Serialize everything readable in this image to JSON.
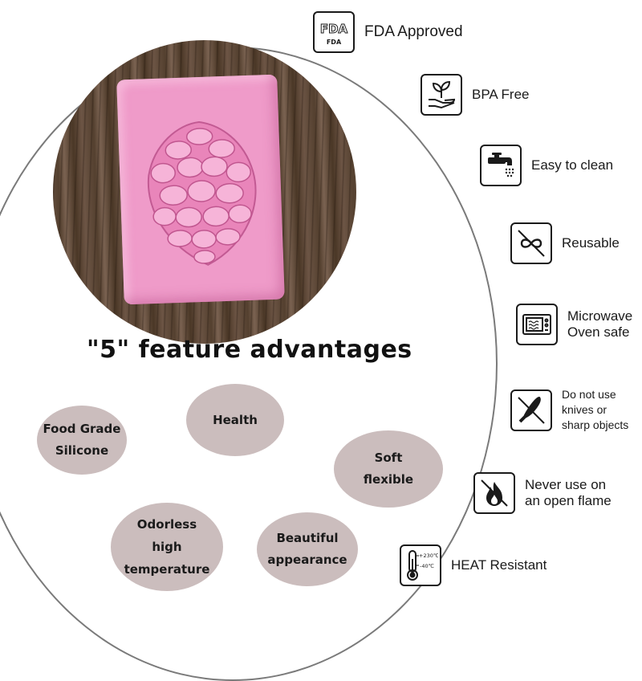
{
  "headline": "\"5\" feature advantages",
  "advantages": [
    {
      "text": "Food Grade\nSilicone"
    },
    {
      "text": "Health"
    },
    {
      "text": "Soft\nflexible"
    },
    {
      "text": "Odorless\nhigh\ntemperature"
    },
    {
      "text": "Beautiful\nappearance"
    }
  ],
  "features": [
    {
      "label": "FDA Approved",
      "icon": "fda-logo-icon",
      "logo_text": "FDA",
      "sub_text": "FDA"
    },
    {
      "label": "BPA Free",
      "icon": "plant-hand-icon"
    },
    {
      "label": "Easy to clean",
      "icon": "faucet-icon"
    },
    {
      "label": "Reusable",
      "icon": "infinity-icon"
    },
    {
      "label": "Microwave\nOven safe",
      "icon": "microwave-icon"
    },
    {
      "label": "Do not use\nknives or\nsharp objects",
      "icon": "knife-icon"
    },
    {
      "label": "Never use on\nan open flame",
      "icon": "flame-icon"
    },
    {
      "label": "HEAT Resistant",
      "icon": "thermometer-icon",
      "high": "+230℃",
      "low": "-40℃"
    }
  ],
  "colors": {
    "bubble": "#cbbdbd",
    "mold": "#ef9bc9",
    "wood": "#5e4636"
  }
}
